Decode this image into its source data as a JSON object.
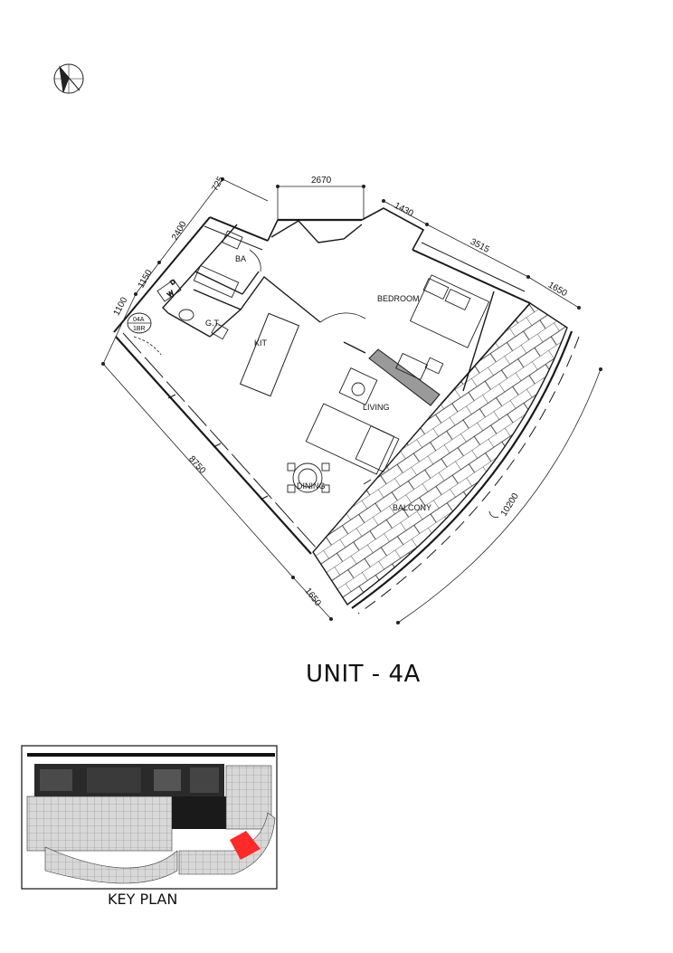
{
  "title": "UNIT - 4A",
  "key_plan_caption": "KEY PLAN",
  "unit_tag": {
    "line1": "04A",
    "line2": "1BR"
  },
  "rooms": {
    "ba": "BA",
    "gt": "G.T.",
    "kit": "KIT",
    "bedroom": "BEDROOM",
    "living": "LIVING",
    "dining": "DINING",
    "balcony": "BALCONY"
  },
  "dimensions": {
    "d2670": "2670",
    "d725": "725",
    "d2400": "2400",
    "d1150": "1150",
    "d1100": "1100",
    "d1430": "1430",
    "d3515": "3515",
    "d1650_top": "1650",
    "d8750": "8750",
    "d1650_bottom": "1650",
    "d10200": "10200"
  },
  "colors": {
    "line": "#1a1a1a",
    "feature_wall": "#9a9a9a",
    "key_plan_highlight": "#ff2a2a"
  },
  "icons": {
    "north_arrow": "north-arrow-icon"
  }
}
